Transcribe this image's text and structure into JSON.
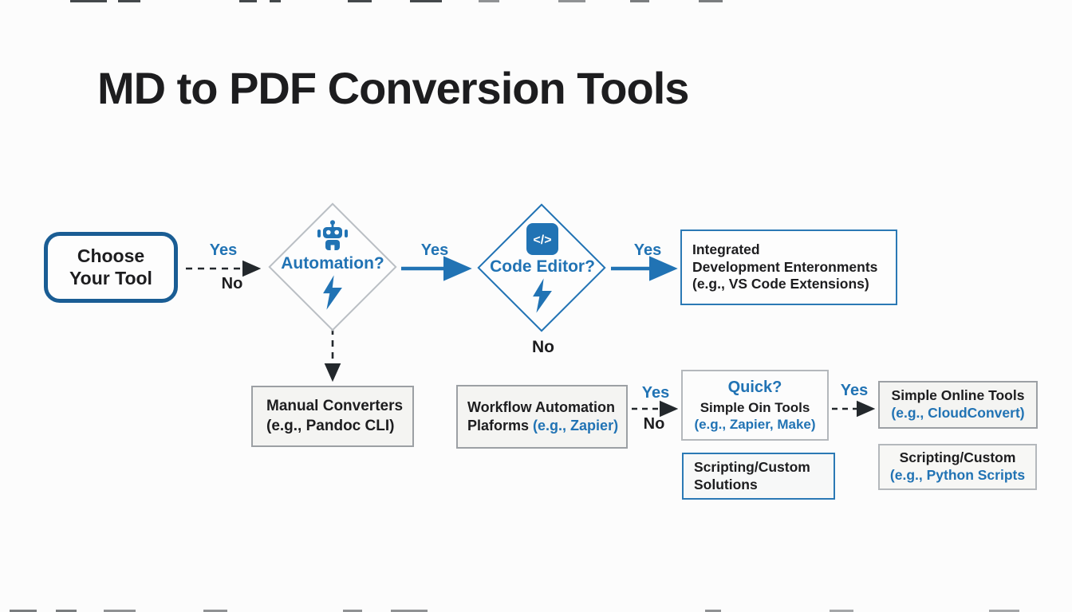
{
  "title": "MD to PDF Conversion Tools",
  "colors": {
    "accent_blue": "#2173b4",
    "choose_border_blue": "#1a5d94",
    "title_dark": "#1d1d1f",
    "box_gray_bg": "#f4f4f2",
    "gray_border": "#9ca0a4"
  },
  "nodes": {
    "choose": {
      "line1": "Choose",
      "line2": "Your Tool"
    },
    "automation": {
      "label": "Automation?",
      "icon": "robot-icon",
      "icon2": "lightning-bolt-icon"
    },
    "code_editor": {
      "label": "Code Editor?",
      "icon": "code-icon",
      "icon_glyph": "</>",
      "icon2": "lightning-bolt-icon"
    },
    "ide": {
      "line1": "Integrated",
      "line2": "Development Enteronments",
      "line3": "(e.g., VS Code Extensions)"
    },
    "manual": {
      "line1": "Manual Converters",
      "line2": "(e.g., Pandoc CLI)"
    },
    "workflow": {
      "line1": "Workflow Automation",
      "line2_black": "Plaforms",
      "line2_blue": "(e.g., Zapier)"
    },
    "quick": {
      "title": "Quick?",
      "line2": "Simple Oin Tools",
      "line3": "(e.g., Zapier, Make)"
    },
    "online": {
      "line1": "Simple Online Tools",
      "line2": "(e.g., CloudConvert)"
    },
    "scripting_solutions": {
      "line1": "Scripting/Custom",
      "line2": "Solutions"
    },
    "scripting_python": {
      "line1": "Scripting/Custom",
      "line2": "(e.g., Python Scripts"
    }
  },
  "edges": {
    "choose_to_automation": {
      "yes": "Yes",
      "no": "No"
    },
    "automation_to_code": {
      "yes": "Yes"
    },
    "code_to_ide": {
      "yes": "Yes"
    },
    "code_down": {
      "no": "No"
    },
    "workflow_to_quick": {
      "yes": "Yes",
      "no": "No"
    },
    "quick_to_online": {
      "yes": "Yes"
    }
  }
}
